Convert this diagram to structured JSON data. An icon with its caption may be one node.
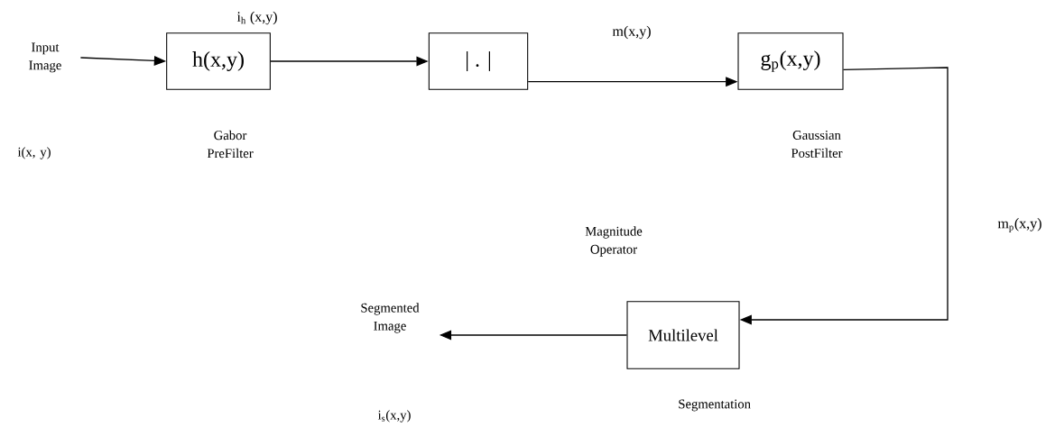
{
  "diagram": {
    "nodes": [
      {
        "text": [
          "Input Image"
        ]
      },
      {
        "text": [
          "h(x,y)"
        ],
        "beside": [
          "Gabor PreFilter"
        ]
      },
      {
        "text": [
          "| . |"
        ]
      },
      {
        "text": [
          "g$_{p}$(x,y)"
        ],
        "beside": [
          "Gaussian PostFilter"
        ]
      },
      {
        "text": [
          "Multilevel"
        ],
        "beside": [
          "Segmentation"
        ]
      },
      {
        "text": [
          "Segmented Image"
        ]
      }
    ],
    "labels": [
      "i(x, y)",
      "Magnitude Operator",
      "i$_{s}$(x,y)"
    ],
    "edges": [
      {
        "from": 0,
        "to": 1,
        "arrow": "to"
      },
      {
        "from": 1,
        "to": 2,
        "arrow": "to",
        "label": "i$_{h}$ (x,y)"
      },
      {
        "from": 2,
        "to": 3,
        "arrow": "to",
        "label": "m(x,y)"
      },
      {
        "from": 3,
        "to": 4,
        "arrow": "to",
        "label": "m$_{p}$(x,y)"
      },
      {
        "from": 4,
        "to": 5,
        "arrow": "to"
      }
    ]
  }
}
